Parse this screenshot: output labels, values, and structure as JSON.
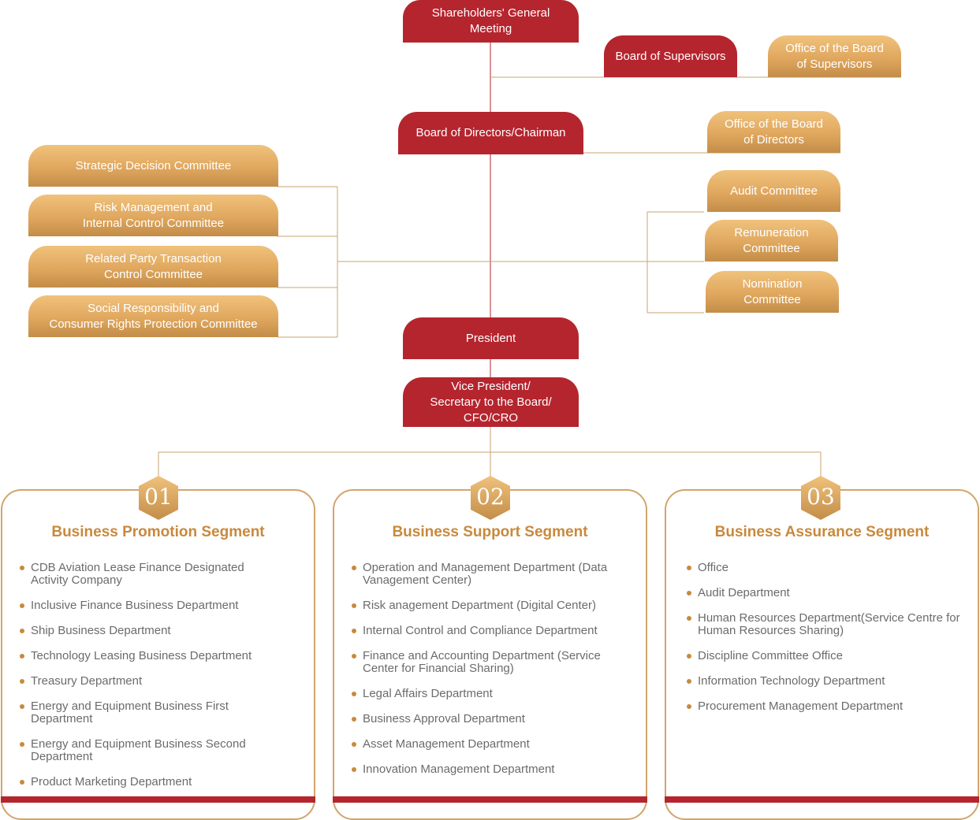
{
  "colors": {
    "primary_red": "#b5252e",
    "gold": "#e0a75e",
    "connector": "#c9a36f",
    "title_gold": "#c8893d"
  },
  "top": {
    "shareholders": "Shareholders' General\nMeeting",
    "board_supervisors": "Board of Supervisors",
    "office_board_supervisors": "Office of the Board\nof Supervisors",
    "board_directors": "Board of Directors/Chairman",
    "office_board_directors": "Office of the Board\nof Directors",
    "president": "President",
    "vice_president": "Vice President/\nSecretary to the Board/\nCFO/CRO"
  },
  "left_committees": [
    "Strategic Decision Committee",
    "Risk Management and\nInternal Control Committee",
    "Related Party Transaction\nControl Committee",
    "Social Responsibility and\nConsumer Rights Protection Committee"
  ],
  "right_committees": [
    "Audit Committee",
    "Remuneration\nCommittee",
    "Nomination\nCommittee"
  ],
  "segments": [
    {
      "number": "01",
      "title": "Business Promotion Segment",
      "items": [
        "CDB Aviation Lease Finance Designated Activity Company",
        "Inclusive Finance Business Department",
        "Ship Business Department",
        "Technology Leasing Business Department",
        "Treasury Department",
        "Energy and Equipment Business First Department",
        "Energy and Equipment Business Second Department",
        "Product Marketing Department"
      ]
    },
    {
      "number": "02",
      "title": "Business Support Segment",
      "items": [
        "Operation and Management Department (Data Vanagement Center)",
        "Risk anagement Department (Digital Center)",
        "Internal Control and Compliance Department",
        "Finance and Accounting Department (Service Center for Financial Sharing)",
        "Legal Affairs Department",
        "Business Approval Department",
        "Asset Management Department",
        "Innovation Management Department"
      ]
    },
    {
      "number": "03",
      "title": "Business Assurance Segment",
      "items": [
        "Office",
        "Audit Department",
        "Human Resources Department(Service Centre for Human Resources Sharing)",
        "Discipline Committee Office",
        "Information Technology Department",
        "Procurement Management Department"
      ]
    }
  ]
}
